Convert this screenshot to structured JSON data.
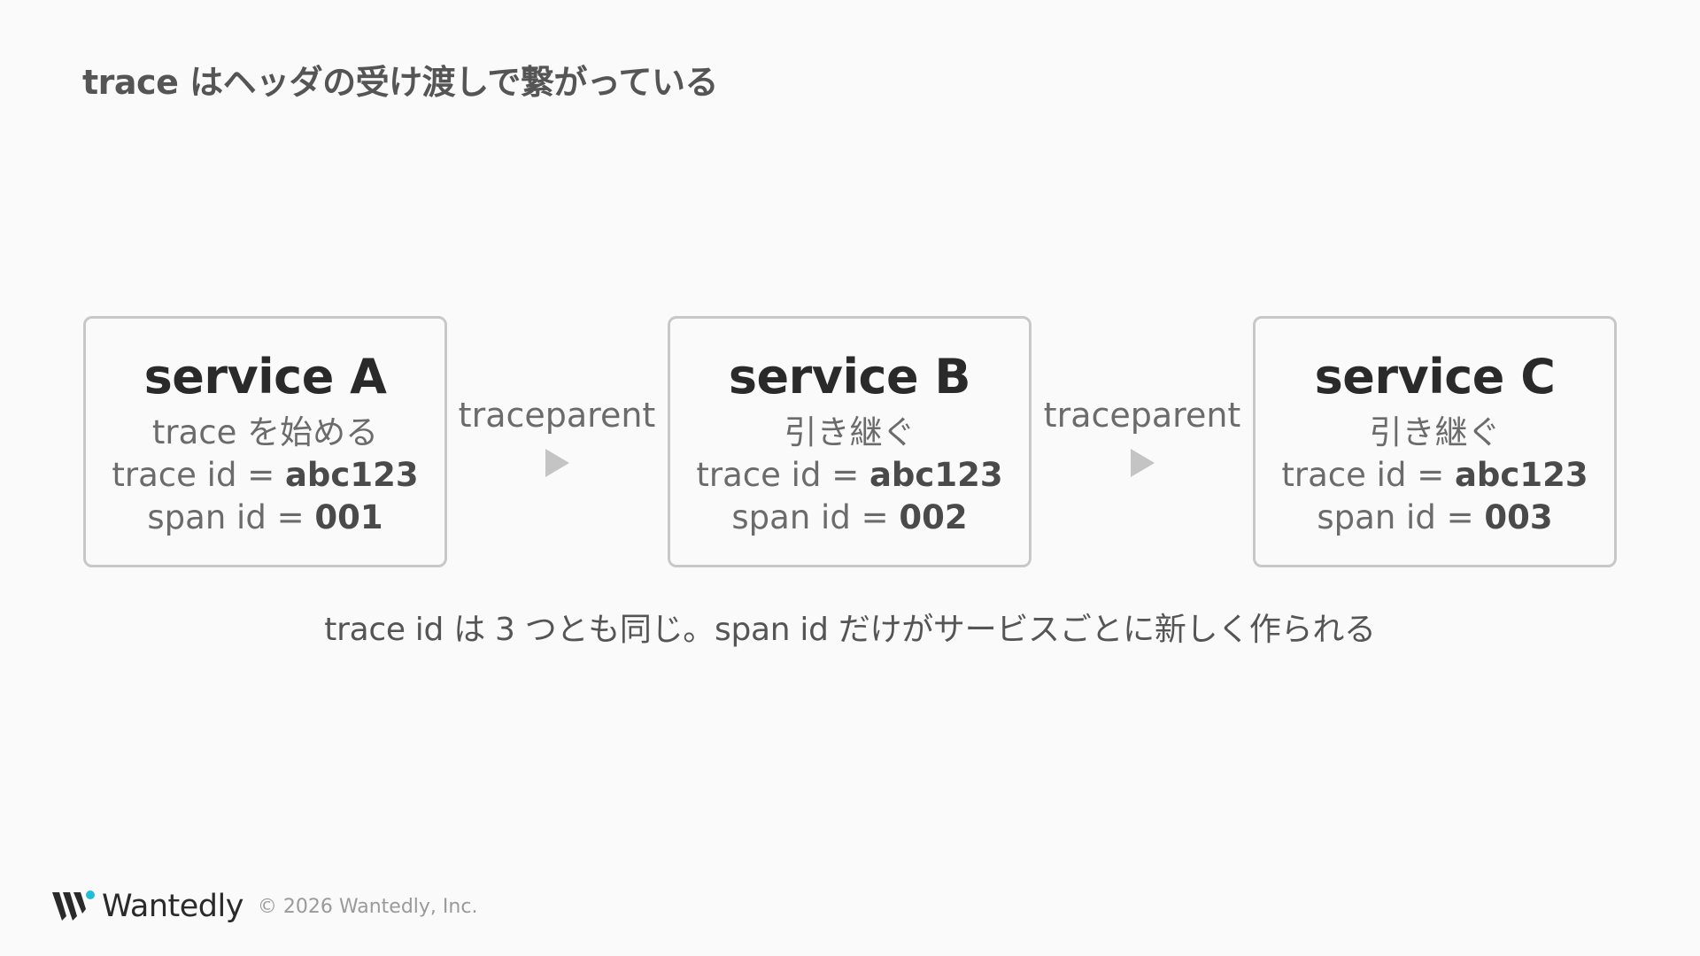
{
  "slide": {
    "title": "trace はヘッダの受け渡しで繋がっている",
    "caption": "trace id は 3 つとも同じ。span id だけがサービスごとに新しく作られる"
  },
  "services": [
    {
      "name": "service A",
      "role": "trace を始める",
      "trace_id_label": "trace id = ",
      "trace_id": "abc123",
      "span_id_label": "span id = ",
      "span_id": "001"
    },
    {
      "name": "service B",
      "role": "引き継ぐ",
      "trace_id_label": "trace id = ",
      "trace_id": "abc123",
      "span_id_label": "span id = ",
      "span_id": "002"
    },
    {
      "name": "service C",
      "role": "引き継ぐ",
      "trace_id_label": "trace id = ",
      "trace_id": "abc123",
      "span_id_label": "span id = ",
      "span_id": "003"
    }
  ],
  "connectors": [
    {
      "label": "traceparent",
      "icon": "arrow-right-icon"
    },
    {
      "label": "traceparent",
      "icon": "arrow-right-icon"
    }
  ],
  "footer": {
    "logo_text": "Wantedly",
    "copyright": "© 2026 Wantedly, Inc."
  },
  "colors": {
    "background": "#fafafa",
    "box_border": "#c8c8c8",
    "arrow": "#c4c4c4",
    "logo_accent": "#21bddb"
  }
}
